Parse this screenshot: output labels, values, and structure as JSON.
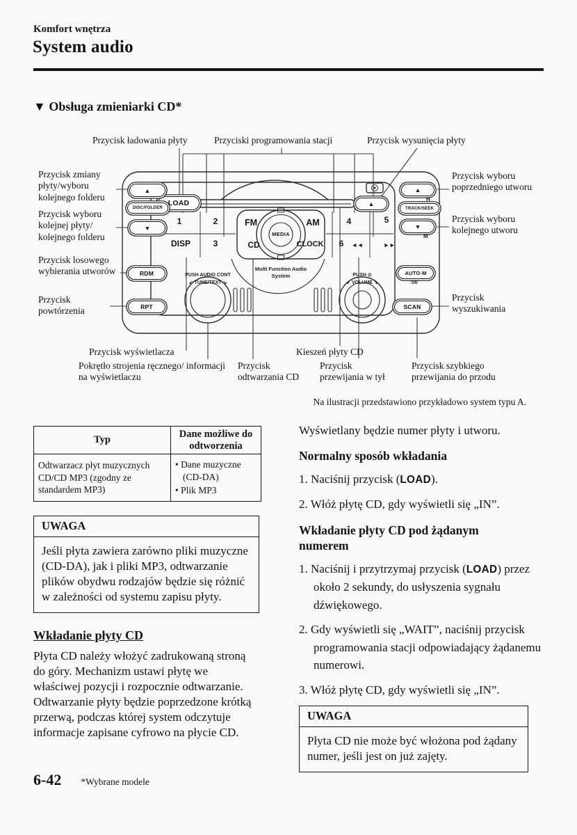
{
  "header": {
    "category": "Komfort wnętrza",
    "title": "System audio"
  },
  "section": {
    "marker": "▼",
    "title": "Obsługa zmieniarki CD*"
  },
  "diagram": {
    "callouts": {
      "load": "Przycisk ładowania płyty",
      "presets": "Przyciski programowania stacji",
      "eject": "Przycisk wysunięcia płyty",
      "disc_change": "Przycisk zmiany płyty/wyboru kolejnego folderu",
      "next_disc": "Przycisk wyboru kolejnej płyty/ kolejnego folderu",
      "random": "Przycisk losowego wybierania utworów",
      "repeat": "Przycisk powtórzenia",
      "prev_track": "Przycisk wyboru poprzedniego utworu",
      "next_track": "Przycisk wyboru kolejnego utworu",
      "scan": "Przycisk wyszukiwania",
      "display": "Przycisk wyświetlacza",
      "tune_knob": "Pokrętło strojenia ręcznego/ informacji na wyświetlaczu",
      "cd_play": "Przycisk odtwarzania CD",
      "cd_slot": "Kieszeń płyty CD",
      "rewind": "Przycisk przewijania w tył",
      "fast_forward": "Przycisk szybkiego przewijania do przodu"
    },
    "note": "Na ilustracji przedstawiono przykładowo system typu A.",
    "buttons": {
      "load": "LOAD",
      "eject": "▲",
      "up": "▲",
      "down": "▼",
      "disc_folder": "DISC/FOLDER",
      "track_seek": "TRACK/SEEK",
      "h": "H",
      "m": "M",
      "rdm": "RDM",
      "rpt": "RPT",
      "auto_m": "AUTO-M",
      "auto_m_sub": ":00",
      "scan": "SCAN",
      "p1": "1",
      "p2": "2",
      "p3": "3",
      "p4": "4",
      "p5": "5",
      "p6": "6",
      "fm": "FM",
      "am": "AM",
      "cd": "CD",
      "clock": "CLOCK",
      "disp": "DISP",
      "media": "MEDIA",
      "rew": "◄◄",
      "ff": "►►",
      "brand_line1": "Multi Function Audio",
      "brand_line2": "System",
      "tune_line1": "PUSH AUDIO CONT",
      "tune_line2": "TUNE/TEXT",
      "vol_line1": "PUSH ⊙",
      "vol_line2": "VOLUME",
      "knob_arrow_left": "↙",
      "knob_arrow_right": "↘"
    }
  },
  "table": {
    "headers": [
      "Typ",
      "Dane możliwe do odtworzenia"
    ],
    "row_type": "Odtwarzacz płyt muzycznych CD/CD MP3 (zgodny ze standardem MP3)",
    "row_items": [
      "Dane muzyczne (CD-DA)",
      "Plik MP3"
    ]
  },
  "note_box_left": {
    "title": "UWAGA",
    "body": "Jeśli płyta zawiera zarówno pliki muzyczne (CD-DA), jak i pliki MP3, odtwarzanie plików obydwu rodzajów będzie się różnić w zależności od systemu zapisu płyty."
  },
  "insert_section": {
    "heading": "Wkładanie płyty CD",
    "body": "Płyta CD należy włożyć zadrukowaną stroną do góry. Mechanizm ustawi płytę we właściwej pozycji i rozpocznie odtwarzanie. Odtwarzanie płyty będzie poprzedzone krótką przerwą, podczas której system odczytuje informacje zapisane cyfrowo na płycie CD."
  },
  "right_column": {
    "intro": "Wyświetlany będzie numer płyty i utworu.",
    "normal_heading": "Normalny sposób wkładania",
    "normal_step1_pre": "1. Naciśnij przycisk (",
    "normal_step1_key": "LOAD",
    "normal_step1_post": ").",
    "normal_step2": "2. Włóż płytę CD, gdy wyświetli się „IN”.",
    "numbered_heading": "Wkładanie płyty CD pod żądanym numerem",
    "numbered_step1_pre": "1. Naciśnij i przytrzymaj przycisk (",
    "numbered_step1_key": "LOAD",
    "numbered_step1_post": ") przez około 2 sekundy, do usłyszenia sygnału dźwiękowego.",
    "numbered_step2": "2. Gdy wyświetli się „WAIT”, naciśnij przycisk programowania stacji odpowiadający żądanemu numerowi.",
    "numbered_step3": "3. Włóż płytę CD, gdy wyświetli się „IN”.",
    "note_box": {
      "title": "UWAGA",
      "body": "Płyta CD nie może być włożona pod żądany numer, jeśli jest on już zajęty."
    }
  },
  "footer": {
    "page_number": "6-42",
    "models_note": "*Wybrane modele"
  }
}
